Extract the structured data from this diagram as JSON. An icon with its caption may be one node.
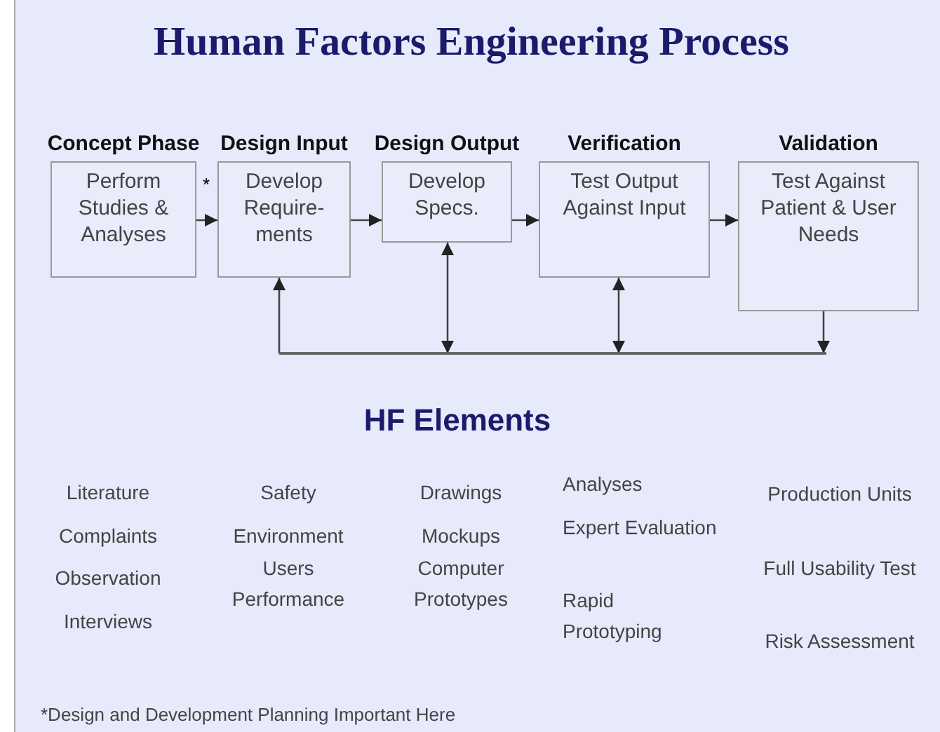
{
  "diagram": {
    "title": "Human Factors Engineering Process",
    "nodes": [
      {
        "text": [
          "Concept Phase",
          "Perform Studies & Analyses"
        ]
      },
      {
        "text": [
          "Design Input",
          "Develop Require- ments"
        ]
      },
      {
        "text": [
          "Design Output",
          "Develop Specs."
        ]
      },
      {
        "text": [
          "Verification",
          "Test Output Against Input"
        ]
      },
      {
        "text": [
          "Validation",
          "Test Against Patient & User Needs"
        ]
      },
      {
        "text": [],
        "shape": "bar"
      }
    ],
    "edges": [
      {
        "from": 0,
        "to": 1,
        "arrow": "to",
        "label": "*"
      },
      {
        "from": 1,
        "to": 2,
        "arrow": "to"
      },
      {
        "from": 2,
        "to": 3,
        "arrow": "to"
      },
      {
        "from": 3,
        "to": 4,
        "arrow": "to"
      },
      {
        "from": 5,
        "to": 1,
        "arrow": "to"
      },
      {
        "from": 2,
        "to": 5,
        "arrow": "both"
      },
      {
        "from": 3,
        "to": 5,
        "arrow": "both"
      },
      {
        "from": 4,
        "to": 5,
        "arrow": "to"
      }
    ],
    "labels": [
      "HF Elements",
      "Literature",
      "Complaints",
      "Observation",
      "Interviews",
      "Safety",
      "Environment",
      "Users Performance",
      "Drawings",
      "Mockups",
      "Computer Prototypes",
      "Analyses",
      "Expert Evaluation",
      "Rapid Prototyping",
      "Production Units",
      "Full Usability Test",
      "Risk Assessment",
      "*Design and Development Planning Important Here"
    ]
  }
}
